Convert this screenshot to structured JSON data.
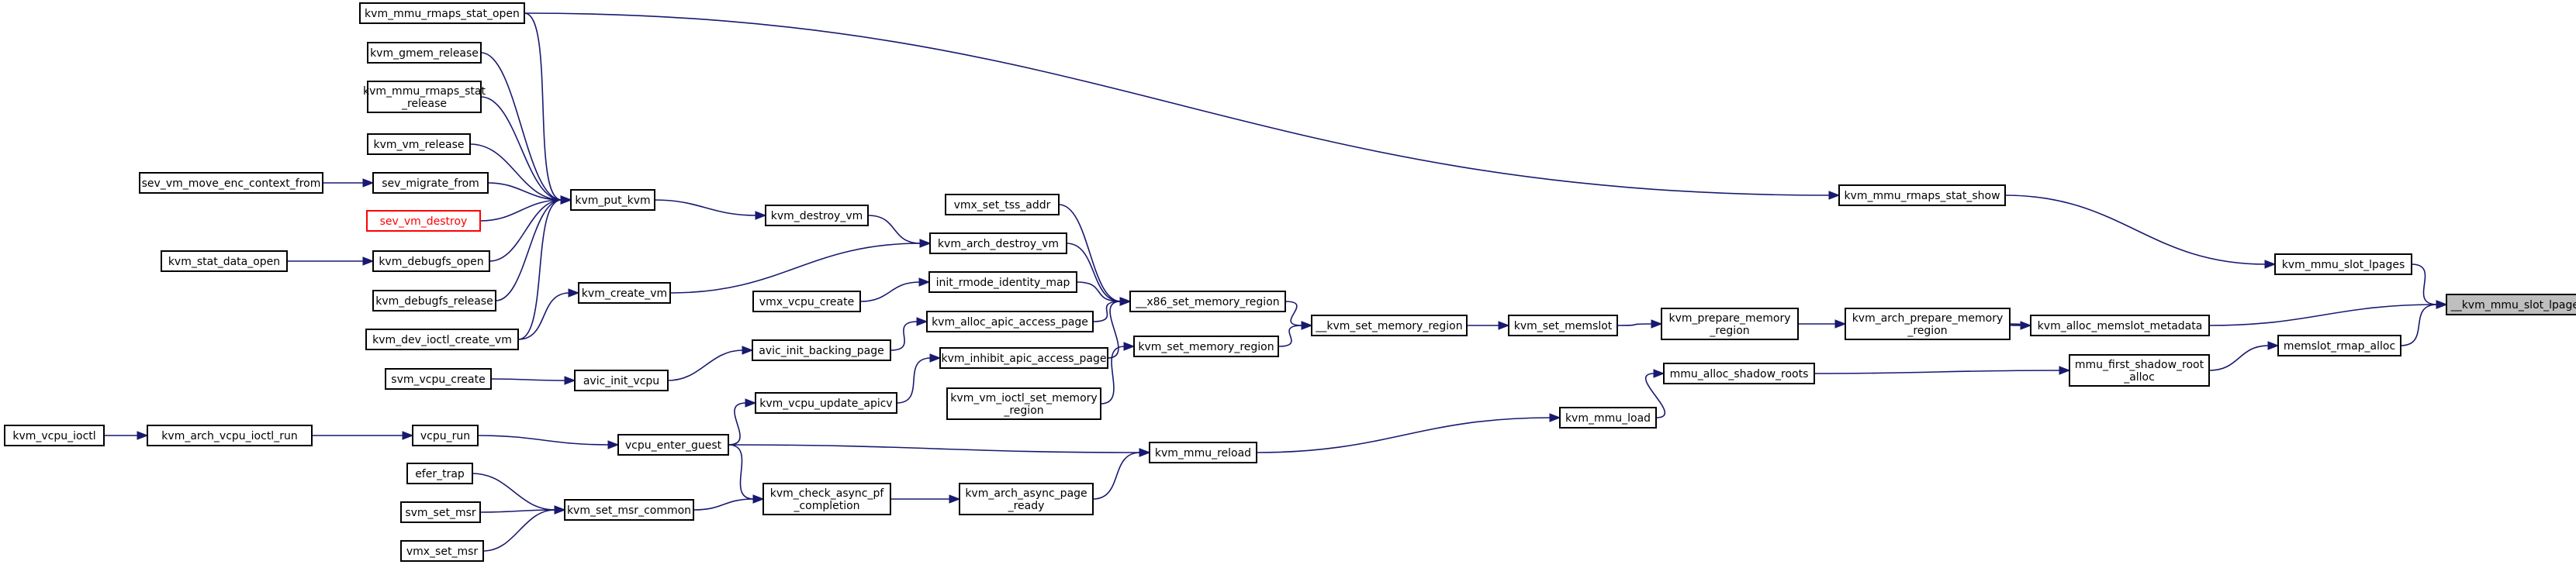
{
  "diagram": {
    "type": "call-graph",
    "colors": {
      "edge": "#191970",
      "node_border": "#000000",
      "root_fill": "#bfbfbf",
      "red_border": "#ff0000"
    },
    "nodes": [
      {
        "id": "root",
        "lines": [
          "__kvm_mmu_slot_lpages"
        ],
        "style": "root"
      },
      {
        "id": "mmu_slot_lpages",
        "lines": [
          "kvm_mmu_slot_lpages"
        ]
      },
      {
        "id": "alloc_memslot_metadata",
        "lines": [
          "kvm_alloc_memslot_metadata"
        ]
      },
      {
        "id": "memslot_rmap_alloc",
        "lines": [
          "memslot_rmap_alloc"
        ]
      },
      {
        "id": "rmaps_stat_show",
        "lines": [
          "kvm_mmu_rmaps_stat_show"
        ]
      },
      {
        "id": "rmaps_stat_open",
        "lines": [
          "kvm_mmu_rmaps_stat_open"
        ]
      },
      {
        "id": "arch_prepare",
        "lines": [
          "kvm_arch_prepare_memory",
          "_region"
        ]
      },
      {
        "id": "first_shadow_root",
        "lines": [
          "mmu_first_shadow_root",
          "_alloc"
        ]
      },
      {
        "id": "prepare_memory_region",
        "lines": [
          "kvm_prepare_memory",
          "_region"
        ]
      },
      {
        "id": "alloc_shadow_roots",
        "lines": [
          "mmu_alloc_shadow_roots"
        ]
      },
      {
        "id": "set_memslot",
        "lines": [
          "kvm_set_memslot"
        ]
      },
      {
        "id": "mmu_load",
        "lines": [
          "kvm_mmu_load"
        ]
      },
      {
        "id": "kvm_set_memory_region_int",
        "lines": [
          "__kvm_set_memory_region"
        ]
      },
      {
        "id": "x86_set_memory_region",
        "lines": [
          "__x86_set_memory_region"
        ]
      },
      {
        "id": "kvm_set_memory_region",
        "lines": [
          "kvm_set_memory_region"
        ]
      },
      {
        "id": "mmu_reload",
        "lines": [
          "kvm_mmu_reload"
        ]
      },
      {
        "id": "vmx_set_tss_addr",
        "lines": [
          "vmx_set_tss_addr"
        ]
      },
      {
        "id": "arch_destroy_vm",
        "lines": [
          "kvm_arch_destroy_vm"
        ]
      },
      {
        "id": "init_rmode",
        "lines": [
          "init_rmode_identity_map"
        ]
      },
      {
        "id": "alloc_apic",
        "lines": [
          "kvm_alloc_apic_access_page"
        ]
      },
      {
        "id": "inhibit_apic",
        "lines": [
          "kvm_inhibit_apic_access_page"
        ]
      },
      {
        "id": "vm_ioctl_set_mem",
        "lines": [
          "kvm_vm_ioctl_set_memory",
          "_region"
        ]
      },
      {
        "id": "async_page_ready",
        "lines": [
          "kvm_arch_async_page",
          "_ready"
        ]
      },
      {
        "id": "destroy_vm",
        "lines": [
          "kvm_destroy_vm"
        ]
      },
      {
        "id": "vmx_vcpu_create",
        "lines": [
          "vmx_vcpu_create"
        ]
      },
      {
        "id": "avic_init_backing",
        "lines": [
          "avic_init_backing_page"
        ]
      },
      {
        "id": "vcpu_update_apicv",
        "lines": [
          "kvm_vcpu_update_apicv"
        ]
      },
      {
        "id": "vcpu_enter_guest",
        "lines": [
          "vcpu_enter_guest"
        ]
      },
      {
        "id": "check_async_pf",
        "lines": [
          "kvm_check_async_pf",
          "_completion"
        ]
      },
      {
        "id": "put_kvm",
        "lines": [
          "kvm_put_kvm"
        ]
      },
      {
        "id": "create_vm",
        "lines": [
          "kvm_create_vm"
        ]
      },
      {
        "id": "avic_init_vcpu",
        "lines": [
          "avic_init_vcpu"
        ]
      },
      {
        "id": "vcpu_run",
        "lines": [
          "vcpu_run"
        ]
      },
      {
        "id": "set_msr_common",
        "lines": [
          "kvm_set_msr_common"
        ]
      },
      {
        "id": "gmem_release",
        "lines": [
          "kvm_gmem_release"
        ]
      },
      {
        "id": "rmaps_stat_release",
        "lines": [
          "kvm_mmu_rmaps_stat",
          "_release"
        ]
      },
      {
        "id": "vm_release",
        "lines": [
          "kvm_vm_release"
        ]
      },
      {
        "id": "sev_migrate_from",
        "lines": [
          "sev_migrate_from"
        ]
      },
      {
        "id": "sev_vm_destroy",
        "lines": [
          "sev_vm_destroy"
        ],
        "style": "red"
      },
      {
        "id": "debugfs_open",
        "lines": [
          "kvm_debugfs_open"
        ]
      },
      {
        "id": "debugfs_release",
        "lines": [
          "kvm_debugfs_release"
        ]
      },
      {
        "id": "dev_ioctl_create_vm",
        "lines": [
          "kvm_dev_ioctl_create_vm"
        ]
      },
      {
        "id": "svm_vcpu_create",
        "lines": [
          "svm_vcpu_create"
        ]
      },
      {
        "id": "arch_vcpu_ioctl_run",
        "lines": [
          "kvm_arch_vcpu_ioctl_run"
        ]
      },
      {
        "id": "efer_trap",
        "lines": [
          "efer_trap"
        ]
      },
      {
        "id": "svm_set_msr",
        "lines": [
          "svm_set_msr"
        ]
      },
      {
        "id": "vmx_set_msr",
        "lines": [
          "vmx_set_msr"
        ]
      },
      {
        "id": "sev_move_enc",
        "lines": [
          "sev_vm_move_enc_context_from"
        ]
      },
      {
        "id": "stat_data_open",
        "lines": [
          "kvm_stat_data_open"
        ]
      },
      {
        "id": "vcpu_ioctl",
        "lines": [
          "kvm_vcpu_ioctl"
        ]
      }
    ]
  }
}
